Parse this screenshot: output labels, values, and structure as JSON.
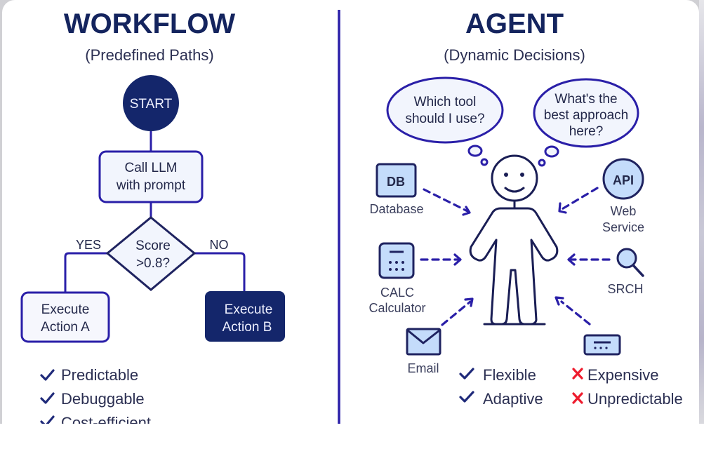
{
  "workflow": {
    "title": "WORKFLOW",
    "subtitle": "(Predefined Paths)",
    "start_label": "START",
    "llm_node": [
      "Call LLM",
      "with prompt"
    ],
    "decision": [
      "Score",
      ">0.8?"
    ],
    "yes_label": "YES",
    "no_label": "NO",
    "action_a": [
      "Execute",
      "Action A"
    ],
    "action_b": [
      "Execute",
      "Action B"
    ],
    "pros": [
      "Predictable",
      "Debuggable",
      "Cost-efficient"
    ]
  },
  "agent": {
    "title": "AGENT",
    "subtitle": "(Dynamic Decisions)",
    "thought_1": [
      "Which tool",
      "should I use?"
    ],
    "thought_2": [
      "What's the",
      "best approach",
      "here?"
    ],
    "tools": {
      "database": {
        "icon_text": "DB",
        "label": "Database",
        "icon": "database-icon"
      },
      "api": {
        "icon_text": "API",
        "label": [
          "Web",
          "Service"
        ],
        "icon": "api-icon"
      },
      "calculator": {
        "label": [
          "CALC",
          "Calculator"
        ],
        "icon": "calculator-icon"
      },
      "search": {
        "label": "SRCH",
        "icon": "search-icon"
      },
      "email": {
        "label": "Email",
        "icon": "email-icon"
      },
      "card": {
        "icon": "card-icon"
      }
    },
    "pros": [
      "Flexible",
      "Adaptive"
    ],
    "cons": [
      "Expensive",
      "Unpredictable"
    ]
  },
  "colors": {
    "navy": "#14245e",
    "accent": "#2a1fa8",
    "icon_fill": "#c4dcfb",
    "node_fill": "#f2f5fd",
    "con_red": "#ee1c2e"
  }
}
